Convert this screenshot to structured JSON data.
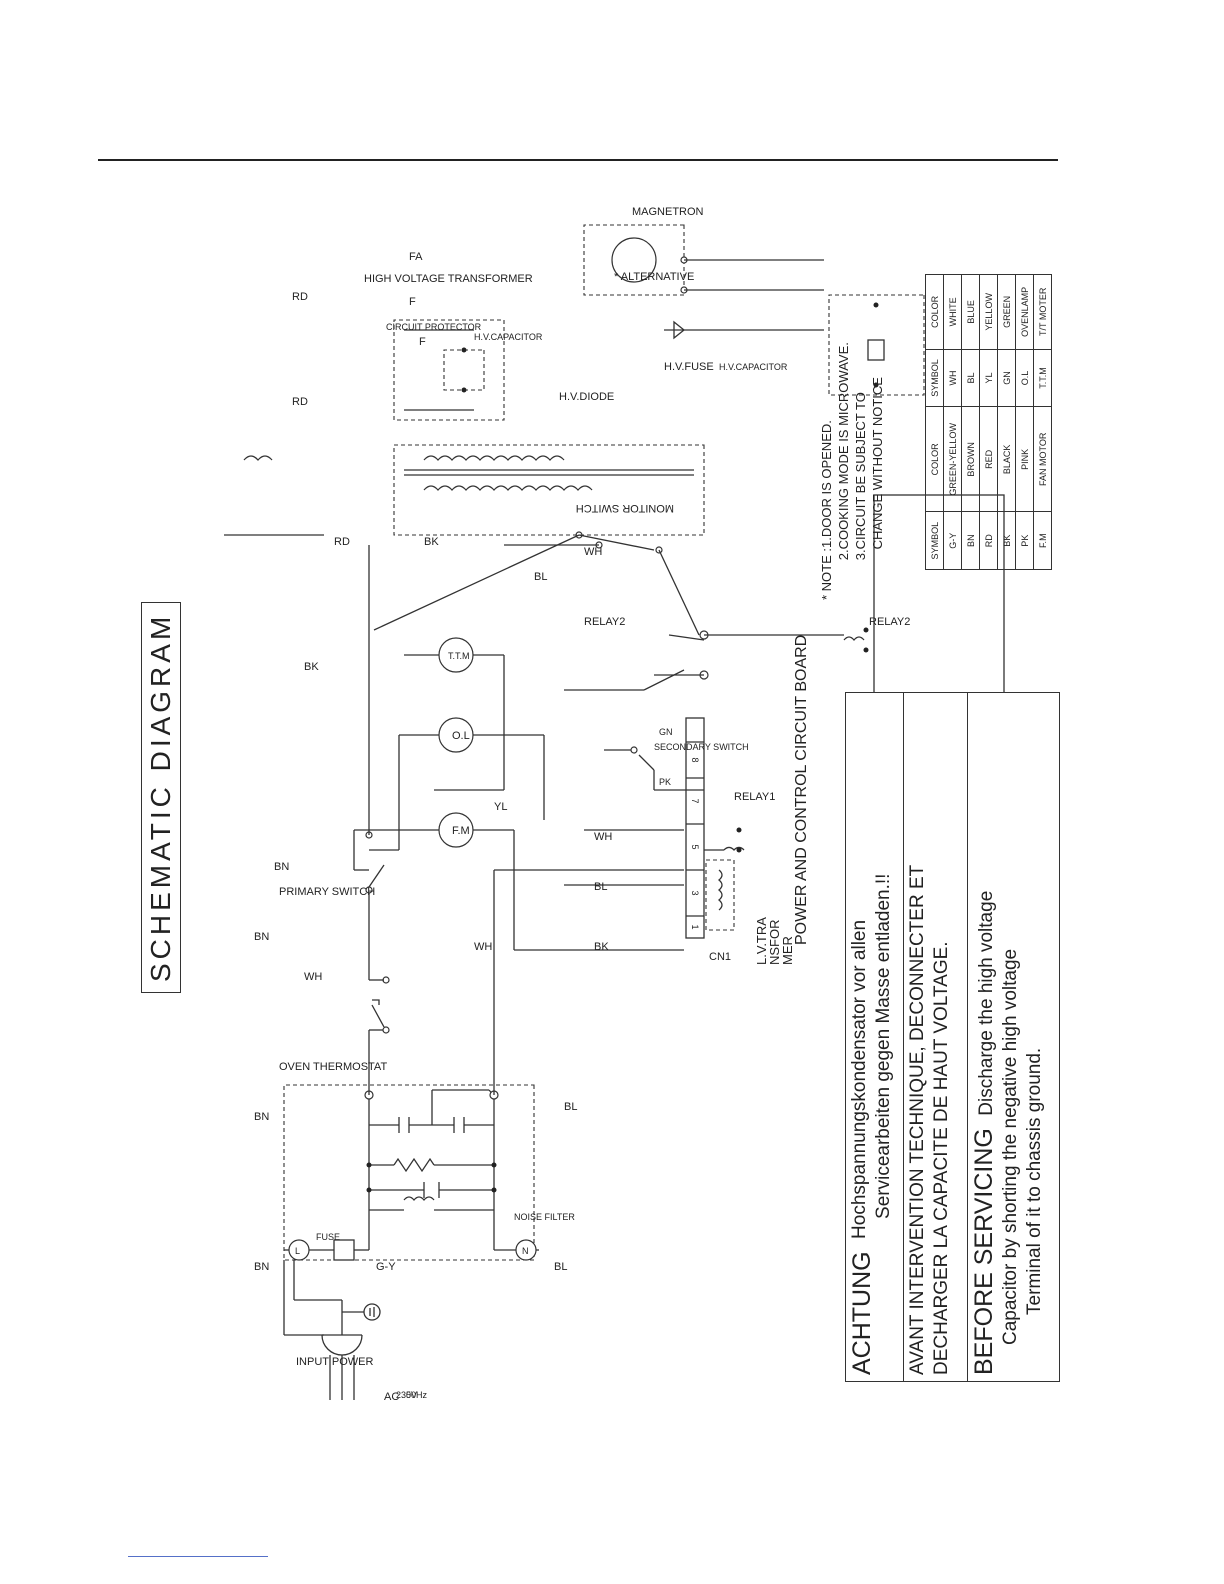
{
  "title": "SCHEMATIC DIAGRAM",
  "labels": {
    "input_power": "INPUT POWER",
    "ac": "AC",
    "voltage": "230V",
    "frequency": "50Hz",
    "g_y": "G-Y",
    "fuse": "FUSE",
    "noise_filter": "NOISE FILTER",
    "l": "L",
    "n": "N",
    "oven_thermostat": "OVEN THERMOSTAT",
    "primary_switch": "PRIMARY SWITCH",
    "monitor_switch": "MONITOR SWITCH",
    "secondary_switch": "SECONDARY SWITCH",
    "high_voltage_transformer": "HIGH VOLTAGE TRANSFORMER",
    "circuit_protector": "CIRCUIT PROTECTOR",
    "hv_capacitor": "H.V.CAPACITOR",
    "hv_capacitor_alt": "H.V.CAPACITOR",
    "hv_diode": "H.V.DIODE",
    "hv_fuse": "H.V.FUSE",
    "magnetron": "MAGNETRON",
    "alternative": "* ALTERNATIVE",
    "fa": "FA",
    "f_top": "F",
    "f_diode": "F",
    "relay1": "RELAY1",
    "relay2_contact": "RELAY2",
    "relay2_coil": "RELAY2",
    "fm": "F.M",
    "ol": "O.L",
    "ttm": "T.T.M",
    "cn1": "CN1",
    "lv_transformer": "L.V.TRA\nNSFOR\nMER",
    "power_board": "POWER AND CONTROL CIRCUIT BOARD"
  },
  "connector_pins": [
    "1",
    "3",
    "5",
    "7",
    "8"
  ],
  "wire_labels": {
    "bn_1": "BN",
    "bn_2": "BN",
    "bn_3": "BN",
    "bn_4": "BN",
    "bl_1": "BL",
    "bl_2": "BL",
    "bl_3": "BL",
    "bl_4": "BL",
    "wh_1": "WH",
    "wh_2": "WH",
    "wh_3": "WH",
    "wh_4": "WH",
    "bk_1": "BK",
    "bk_2": "BK",
    "bk_3": "BK",
    "rd_1": "RD",
    "rd_2": "RD",
    "rd_3": "RD",
    "yl": "YL",
    "pk": "PK",
    "gn": "GN"
  },
  "notes": "* NOTE :1.DOOR IS OPENED.\n           2.COOKING MODE IS MICROWAVE.\n           3.CIRCUIT BE SUBJECT TO\n              CHANGE WITHOUT NOTICE",
  "color_table": {
    "headers": [
      "SYMBOL",
      "COLOR",
      "SYMBOL",
      "COLOR"
    ],
    "rows": [
      [
        "G-Y",
        "GREEN-YELLOW",
        "WH",
        "WHITE"
      ],
      [
        "BN",
        "BROWN",
        "BL",
        "BLUE"
      ],
      [
        "RD",
        "RED",
        "YL",
        "YELLOW"
      ],
      [
        "BK",
        "BLACK",
        "GN",
        "GREEN"
      ],
      [
        "PK",
        "PINK",
        "O.L",
        "OVENLAMP"
      ],
      [
        "F.M",
        "FAN MOTOR",
        "T.T.M",
        "T/T MOTER"
      ]
    ]
  },
  "warning": {
    "achtung_title": "ACHTUNG",
    "achtung_line1": "Hochspannungskondensator vor allen",
    "achtung_line2": "Servicearbeiten gegen Masse entladen.!!",
    "fr_line1": "AVANT INTERVENTION TECHNIQUE, DECONNECTER ET",
    "fr_line2": "DECHARGER LA CAPACITE DE HAUT VOLTAGE.",
    "before_title": "BEFORE SERVICING",
    "before_line1": "Discharge the high voltage",
    "before_line2": "Capacitor by shorting the negative high voltage",
    "before_line3": "Terminal of it to chassis ground."
  }
}
